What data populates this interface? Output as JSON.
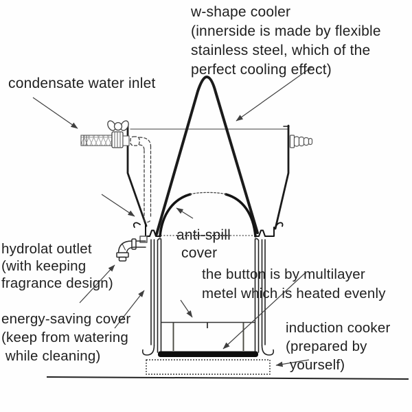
{
  "background": "#ffffff",
  "ink_color": "#1b1b1b",
  "arrow_color": "#3f3f3f",
  "labels": {
    "w_shape_cooler": {
      "text": "w-shape cooler\n(innerside is made by flexible\nstainless steel, which of the\nperfect cooling effect)"
    },
    "condensate_inlet": {
      "text": "condensate water inlet"
    },
    "hydrolat_outlet": {
      "text": "hydrolat outlet\n(with keeping\nfragrance design)"
    },
    "anti_spill_cover": {
      "line1": "anti-spill",
      "line2": "cover"
    },
    "multilayer_bottom": {
      "text": "the button is by multilayer\nmetel which is heated evenly"
    },
    "energy_saving_cover": {
      "text": "energy-saving cover\n(keep from watering\n while cleaning)"
    },
    "induction_cooker": {
      "text": "induction cooker\n(prepared by\n yourself)"
    }
  },
  "diagram_parts": [
    "w-shape-cooler-vessel",
    "condensate-hose-inlet",
    "condensate-dashed-pipe",
    "cooling-water-outlet-barb",
    "anti-spill-dome",
    "hydrolat-collection-troughs",
    "hydrolat-spout",
    "still-pot-walls",
    "energy-saving-outer-shell",
    "multilayer-bottom-plate",
    "induction-cooker-outline",
    "ground-line"
  ]
}
